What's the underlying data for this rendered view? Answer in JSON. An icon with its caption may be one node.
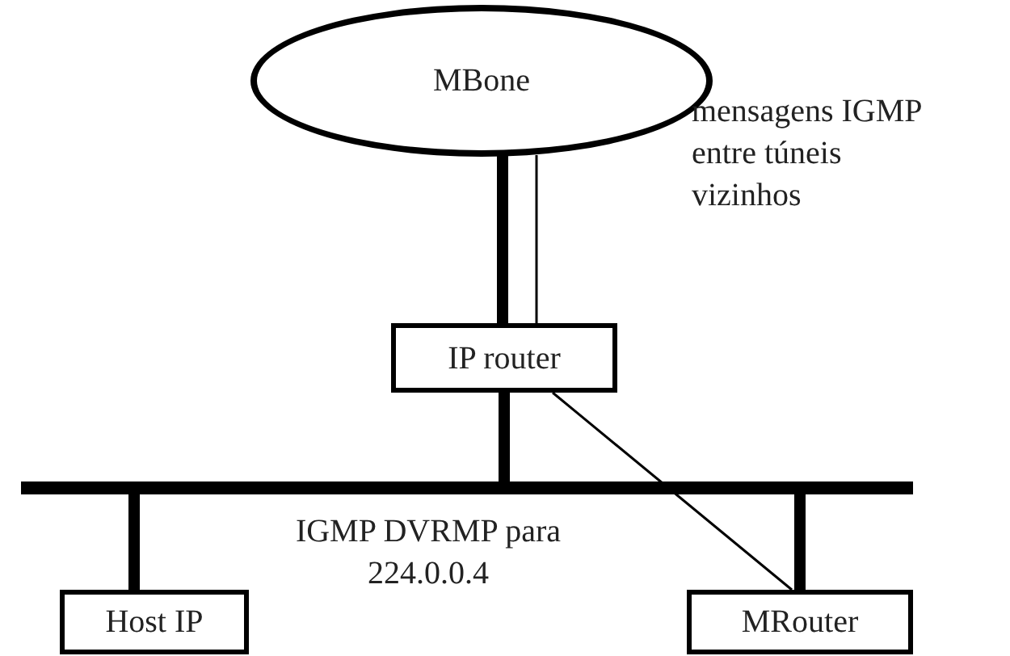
{
  "diagram": {
    "nodes": [
      {
        "text": [
          "MBone"
        ]
      },
      {
        "text": [
          "IP router"
        ]
      },
      {
        "text": [],
        "shape": "bar"
      },
      {
        "text": [
          "Host IP"
        ]
      },
      {
        "text": [
          "MRouter"
        ]
      }
    ],
    "edges": [
      {
        "from": 0,
        "to": 1,
        "arrow": "none"
      },
      {
        "from": 0,
        "to": 1,
        "arrow": "none"
      },
      {
        "from": 1,
        "to": 2,
        "arrow": "none"
      },
      {
        "from": 2,
        "to": 3,
        "arrow": "none"
      },
      {
        "from": 2,
        "to": 4,
        "arrow": "none"
      },
      {
        "from": 1,
        "to": 4,
        "arrow": "none"
      }
    ],
    "labels": [
      "mensagens IGMP entre túneis vizinhos",
      "IGMP DVRMP para 224.0.0.4"
    ]
  }
}
